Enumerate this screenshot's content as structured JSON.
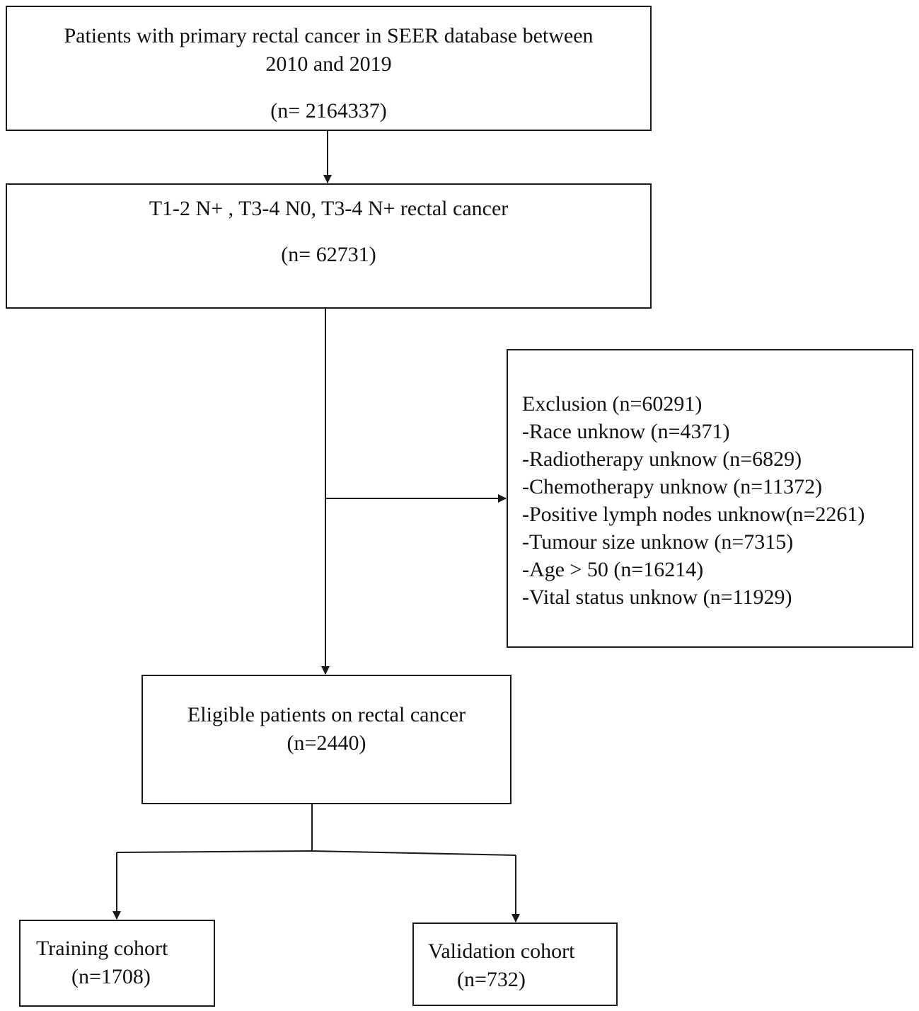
{
  "flowchart": {
    "nodes": [
      {
        "id": "source",
        "lines": [
          "Patients with primary rectal cancer in SEER database between",
          "2010 and 2019",
          "(n= 2164337)"
        ]
      },
      {
        "id": "stage_selection",
        "lines": [
          "T1-2 N+ , T3-4 N0, T3-4 N+ rectal cancer",
          "(n= 62731)"
        ]
      },
      {
        "id": "exclusion",
        "title": "Exclusion (n=60291)",
        "items": [
          "-Race unknow (n=4371)",
          "-Radiotherapy unknow (n=6829)",
          "-Chemotherapy unknow (n=11372)",
          "-Positive lymph nodes unknow(n=2261)",
          "-Tumour size unknow (n=7315)",
          "-Age > 50 (n=16214)",
          "-Vital status unknow (n=11929)"
        ]
      },
      {
        "id": "eligible",
        "lines": [
          "Eligible patients on  rectal cancer",
          "(n=2440)"
        ]
      },
      {
        "id": "training",
        "lines": [
          "Training cohort",
          "(n=1708)"
        ]
      },
      {
        "id": "validation",
        "lines": [
          "Validation cohort",
          "(n=732)"
        ]
      }
    ],
    "edges": [
      {
        "from": "source",
        "to": "stage_selection"
      },
      {
        "from": "stage_selection",
        "to": "eligible"
      },
      {
        "from": "stage_selection",
        "to": "exclusion"
      },
      {
        "from": "eligible",
        "to": "training"
      },
      {
        "from": "eligible",
        "to": "validation"
      }
    ],
    "colors": {
      "line": "#1a1a1a",
      "text": "#111111",
      "background": "#ffffff"
    }
  }
}
